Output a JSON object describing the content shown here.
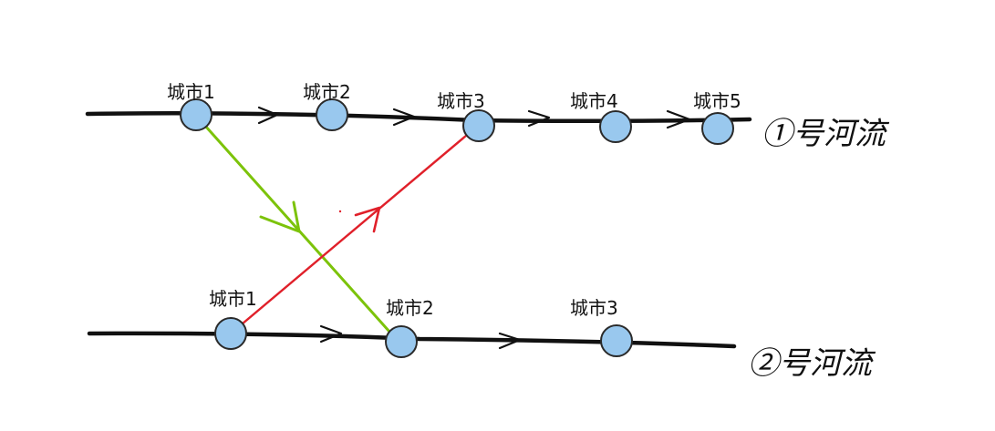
{
  "rivers": [
    {
      "label": "①号河流",
      "cities": [
        "城市1",
        "城市2",
        "城市3",
        "城市4",
        "城市5"
      ]
    },
    {
      "label": "②号河流",
      "cities": [
        "城市1",
        "城市2",
        "城市3"
      ]
    }
  ],
  "connections": [
    {
      "from": "river1.城市1",
      "to": "river2.城市2",
      "color": "#7cc30a"
    },
    {
      "from": "river2.城市1",
      "to": "river1.城市3",
      "color": "#e0202a"
    }
  ],
  "colors": {
    "line": "#111111",
    "node_fill": "#99c8ee",
    "node_stroke": "#2a2a2a"
  }
}
